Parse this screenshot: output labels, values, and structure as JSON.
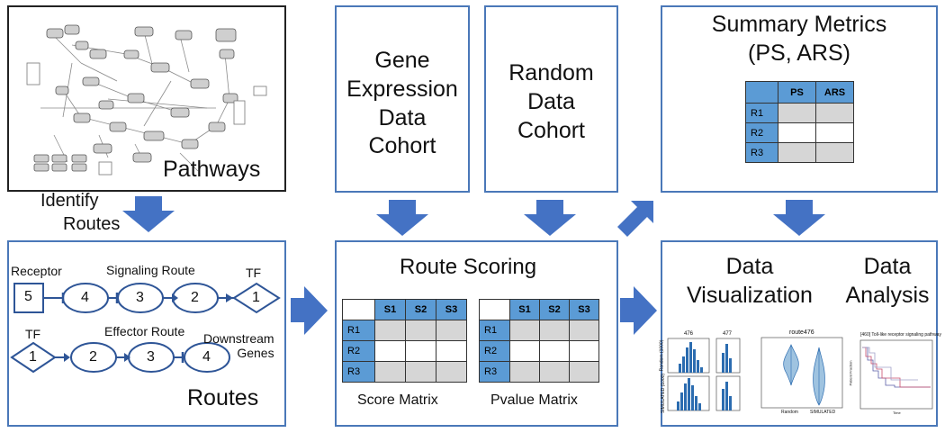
{
  "pathways": {
    "title": "Pathways"
  },
  "identify_routes": {
    "line1": "Identify",
    "line2": "Routes"
  },
  "gene_expression": {
    "lines": [
      "Gene",
      "Expression",
      "Data",
      "Cohort"
    ]
  },
  "random_data": {
    "lines": [
      "Random",
      "Data",
      "Cohort"
    ]
  },
  "summary_metrics": {
    "line1": "Summary Metrics",
    "line2": "(PS, ARS)",
    "columns": [
      "PS",
      "ARS"
    ],
    "rows": [
      "R1",
      "R2",
      "R3"
    ]
  },
  "routes": {
    "title": "Routes",
    "receptor_label": "Receptor",
    "signaling_label": "Signaling Route",
    "tf_label_top": "TF",
    "tf_label_bottom": "TF",
    "effector_label": "Effector Route",
    "downstream_label": [
      "Downstream",
      "Genes"
    ],
    "signaling_nodes": [
      "5",
      "4",
      "3",
      "2",
      "1"
    ],
    "effector_nodes": [
      "1",
      "2",
      "3",
      "4"
    ]
  },
  "route_scoring": {
    "title": "Route Scoring",
    "columns": [
      "S1",
      "S2",
      "S3"
    ],
    "rows": [
      "R1",
      "R2",
      "R3"
    ],
    "score_label": "Score Matrix",
    "pvalue_label": "Pvalue Matrix"
  },
  "data_panel": {
    "viz_line1": "Data",
    "viz_line2": "Visualization",
    "analysis_line1": "Data",
    "analysis_line2": "Analysis",
    "hist_titles": [
      "476",
      "477"
    ],
    "hist_ylabels": [
      "Random (1000)",
      "SIMULATED (1000)"
    ],
    "violin_title": "route476",
    "violin_xlabels": [
      "Random",
      "SIMULATED"
    ],
    "km_title": "[460] Toll-like receptor signaling pathway",
    "km_ylabel": "Patient Fraction",
    "km_xlabel": "Time"
  },
  "colors": {
    "accent": "#4472c4",
    "matrix_blue": "#5b9bd5",
    "cell_gray": "#d6d6d6",
    "border_blue": "#4a78b8"
  }
}
